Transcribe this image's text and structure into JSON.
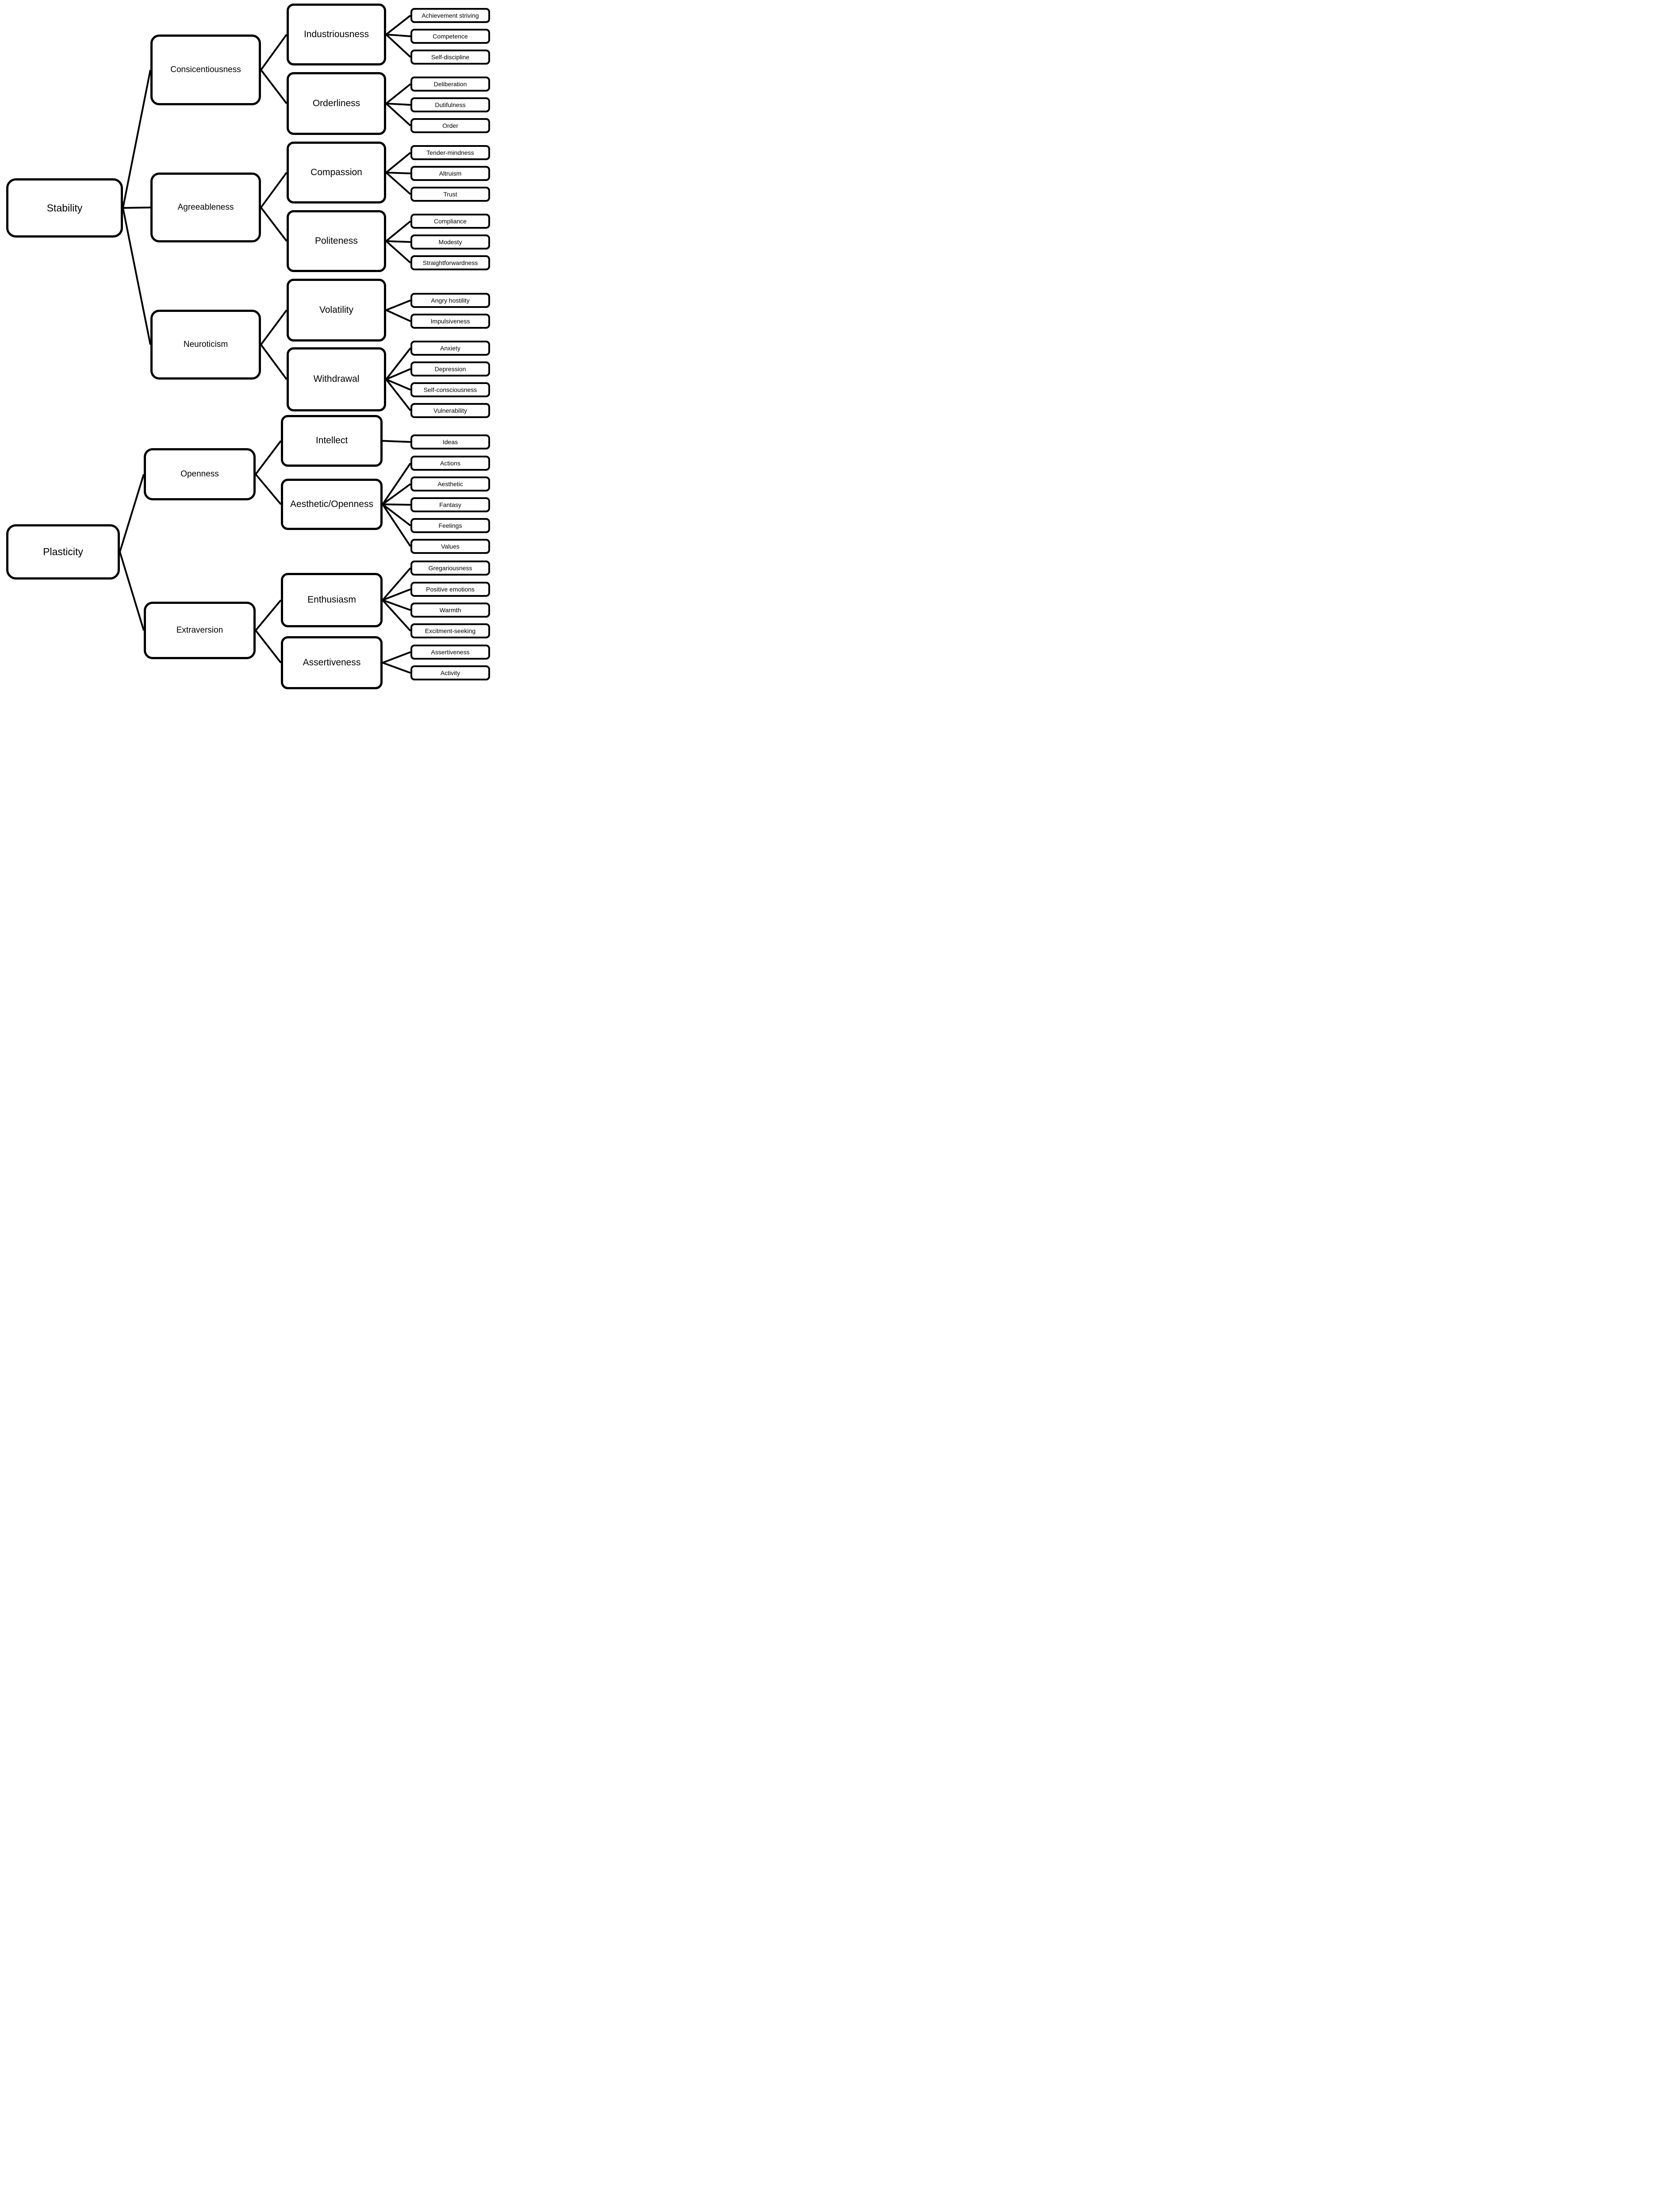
{
  "colors": {
    "background": "#ffffff",
    "box_fill": "#ffffff",
    "box_border": "#000000",
    "connector": "#000000",
    "text": "#000000"
  },
  "diagram_type": "hierarchy-tree",
  "nodes": [
    {
      "id": "stability",
      "label": "Stability",
      "level": 1,
      "parent": null
    },
    {
      "id": "plasticity",
      "label": "Plasticity",
      "level": 1,
      "parent": null
    },
    {
      "id": "consicentiousness",
      "label": "Consicentiousness",
      "level": 2,
      "parent": "stability"
    },
    {
      "id": "agreeableness",
      "label": "Agreeableness",
      "level": 2,
      "parent": "stability"
    },
    {
      "id": "neuroticism",
      "label": "Neuroticism",
      "level": 2,
      "parent": "stability"
    },
    {
      "id": "openness",
      "label": "Openness",
      "level": 2,
      "parent": "plasticity"
    },
    {
      "id": "extraversion",
      "label": "Extraversion",
      "level": 2,
      "parent": "plasticity"
    },
    {
      "id": "industriousness",
      "label": "Industriousness",
      "level": 3,
      "parent": "consicentiousness"
    },
    {
      "id": "orderliness",
      "label": "Orderliness",
      "level": 3,
      "parent": "consicentiousness"
    },
    {
      "id": "compassion",
      "label": "Compassion",
      "level": 3,
      "parent": "agreeableness"
    },
    {
      "id": "politeness",
      "label": "Politeness",
      "level": 3,
      "parent": "agreeableness"
    },
    {
      "id": "volatility",
      "label": "Volatility",
      "level": 3,
      "parent": "neuroticism"
    },
    {
      "id": "withdrawal",
      "label": "Withdrawal",
      "level": 3,
      "parent": "neuroticism"
    },
    {
      "id": "intellect",
      "label": "Intellect",
      "level": 3,
      "parent": "openness"
    },
    {
      "id": "aesthetic_openness",
      "label": "Aesthetic/Openness",
      "level": 3,
      "parent": "openness"
    },
    {
      "id": "enthusiasm",
      "label": "Enthusiasm",
      "level": 3,
      "parent": "extraversion"
    },
    {
      "id": "assertiveness",
      "label": "Assertiveness",
      "level": 3,
      "parent": "extraversion"
    },
    {
      "id": "achievement_striving",
      "label": "Achievement striving",
      "level": 4,
      "parent": "industriousness"
    },
    {
      "id": "competence",
      "label": "Competence",
      "level": 4,
      "parent": "industriousness"
    },
    {
      "id": "self_discipline",
      "label": "Self-discipline",
      "level": 4,
      "parent": "industriousness"
    },
    {
      "id": "deliberation",
      "label": "Deliberation",
      "level": 4,
      "parent": "orderliness"
    },
    {
      "id": "dutifulness",
      "label": "Dutifulness",
      "level": 4,
      "parent": "orderliness"
    },
    {
      "id": "order",
      "label": "Order",
      "level": 4,
      "parent": "orderliness"
    },
    {
      "id": "tender_mindness",
      "label": "Tender-mindness",
      "level": 4,
      "parent": "compassion"
    },
    {
      "id": "altruism",
      "label": "Altruism",
      "level": 4,
      "parent": "compassion"
    },
    {
      "id": "trust",
      "label": "Trust",
      "level": 4,
      "parent": "compassion"
    },
    {
      "id": "compliance",
      "label": "Compliance",
      "level": 4,
      "parent": "politeness"
    },
    {
      "id": "modesty",
      "label": "Modesty",
      "level": 4,
      "parent": "politeness"
    },
    {
      "id": "straightforwardness",
      "label": "Straightforwardness",
      "level": 4,
      "parent": "politeness"
    },
    {
      "id": "angry_hostility",
      "label": "Angry hostility",
      "level": 4,
      "parent": "volatility"
    },
    {
      "id": "impulsiveness",
      "label": "Impulsiveness",
      "level": 4,
      "parent": "volatility"
    },
    {
      "id": "anxiety",
      "label": "Anxiety",
      "level": 4,
      "parent": "withdrawal"
    },
    {
      "id": "depression",
      "label": "Depression",
      "level": 4,
      "parent": "withdrawal"
    },
    {
      "id": "self_consciousness",
      "label": "Self-consciousness",
      "level": 4,
      "parent": "withdrawal"
    },
    {
      "id": "vulnerability",
      "label": "Vulnerability",
      "level": 4,
      "parent": "withdrawal"
    },
    {
      "id": "ideas",
      "label": "Ideas",
      "level": 4,
      "parent": "intellect"
    },
    {
      "id": "actions",
      "label": "Actions",
      "level": 4,
      "parent": "aesthetic_openness"
    },
    {
      "id": "aesthetic",
      "label": "Aesthetic",
      "level": 4,
      "parent": "aesthetic_openness"
    },
    {
      "id": "fantasy",
      "label": "Fantasy",
      "level": 4,
      "parent": "aesthetic_openness"
    },
    {
      "id": "feelings",
      "label": "Feelings",
      "level": 4,
      "parent": "aesthetic_openness"
    },
    {
      "id": "values",
      "label": "Values",
      "level": 4,
      "parent": "aesthetic_openness"
    },
    {
      "id": "gregariousness",
      "label": "Gregariousness",
      "level": 4,
      "parent": "enthusiasm"
    },
    {
      "id": "positive_emotions",
      "label": "Positive emotions",
      "level": 4,
      "parent": "enthusiasm"
    },
    {
      "id": "warmth",
      "label": "Warmth",
      "level": 4,
      "parent": "enthusiasm"
    },
    {
      "id": "excitment_seeking",
      "label": "Excitment-seeking",
      "level": 4,
      "parent": "enthusiasm"
    },
    {
      "id": "assertiveness_facet",
      "label": "Assertiveness",
      "level": 4,
      "parent": "assertiveness"
    },
    {
      "id": "activity",
      "label": "Activity",
      "level": 4,
      "parent": "assertiveness"
    }
  ]
}
